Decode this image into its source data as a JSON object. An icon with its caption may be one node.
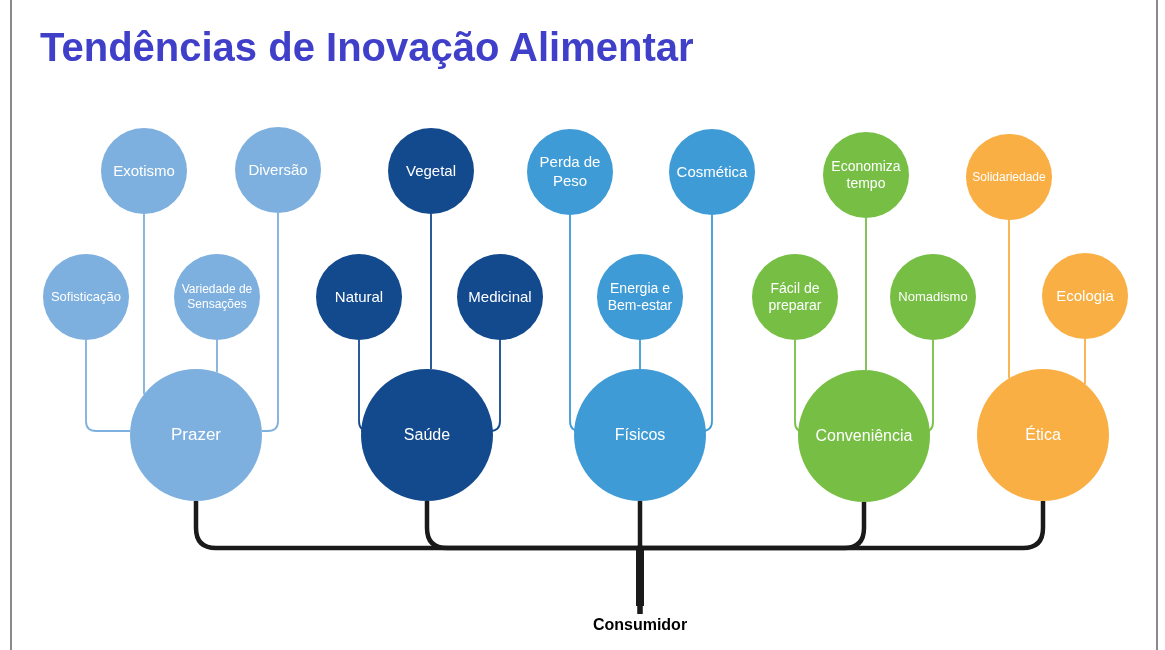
{
  "diagram": {
    "title": "Tendências de Inovação Alimentar",
    "nodes": [
      {
        "text": [
          "Exotismo"
        ]
      },
      {
        "text": [
          "Diversão"
        ]
      },
      {
        "text": [
          "Vegetal"
        ]
      },
      {
        "text": [
          "Perda de Peso"
        ]
      },
      {
        "text": [
          "Cosmética"
        ]
      },
      {
        "text": [
          "Economiza tempo"
        ]
      },
      {
        "text": [
          "Solidariedade"
        ]
      },
      {
        "text": [
          "Sofisticação"
        ]
      },
      {
        "text": [
          "Variedade de Sensações"
        ]
      },
      {
        "text": [
          "Natural"
        ]
      },
      {
        "text": [
          "Medicinal"
        ]
      },
      {
        "text": [
          "Energia e Bem-estar"
        ]
      },
      {
        "text": [
          "Fácil de preparar"
        ]
      },
      {
        "text": [
          "Nomadismo"
        ]
      },
      {
        "text": [
          "Ecologia"
        ]
      },
      {
        "text": [
          "Prazer"
        ]
      },
      {
        "text": [
          "Saúde"
        ]
      },
      {
        "text": [
          "Físicos"
        ]
      },
      {
        "text": [
          "Conveniência"
        ]
      },
      {
        "text": [
          "Ética"
        ]
      },
      {
        "text": [
          "Consumidor"
        ]
      }
    ],
    "edges": [
      {
        "from": 0,
        "to": 15,
        "arrow": "none",
        "color": "#7eb0df"
      },
      {
        "from": 1,
        "to": 15,
        "arrow": "none",
        "color": "#7eb0df"
      },
      {
        "from": 2,
        "to": 16,
        "arrow": "none",
        "color": "#134a8e"
      },
      {
        "from": 3,
        "to": 17,
        "arrow": "none",
        "color": "#3f9bd6"
      },
      {
        "from": 4,
        "to": 17,
        "arrow": "none",
        "color": "#3f9bd6"
      },
      {
        "from": 5,
        "to": 18,
        "arrow": "none",
        "color": "#76bf44"
      },
      {
        "from": 6,
        "to": 19,
        "arrow": "none",
        "color": "#f9af43"
      },
      {
        "from": 7,
        "to": 15,
        "arrow": "none",
        "color": "#7eb0df"
      },
      {
        "from": 8,
        "to": 15,
        "arrow": "none",
        "color": "#7eb0df"
      },
      {
        "from": 9,
        "to": 16,
        "arrow": "none",
        "color": "#134a8e"
      },
      {
        "from": 10,
        "to": 16,
        "arrow": "none",
        "color": "#134a8e"
      },
      {
        "from": 11,
        "to": 17,
        "arrow": "none",
        "color": "#3f9bd6"
      },
      {
        "from": 12,
        "to": 18,
        "arrow": "none",
        "color": "#76bf44"
      },
      {
        "from": 13,
        "to": 18,
        "arrow": "none",
        "color": "#76bf44"
      },
      {
        "from": 14,
        "to": 19,
        "arrow": "none",
        "color": "#f9af43"
      },
      {
        "from": 15,
        "to": 20,
        "arrow": "none",
        "style": "thick",
        "color": "#1a1a1a"
      },
      {
        "from": 16,
        "to": 20,
        "arrow": "none",
        "style": "thick",
        "color": "#1a1a1a"
      },
      {
        "from": 17,
        "to": 20,
        "arrow": "none",
        "style": "thick",
        "color": "#1a1a1a"
      },
      {
        "from": 18,
        "to": 20,
        "arrow": "none",
        "style": "thick",
        "color": "#1a1a1a"
      },
      {
        "from": 19,
        "to": 20,
        "arrow": "none",
        "style": "thick",
        "color": "#1a1a1a"
      }
    ]
  }
}
